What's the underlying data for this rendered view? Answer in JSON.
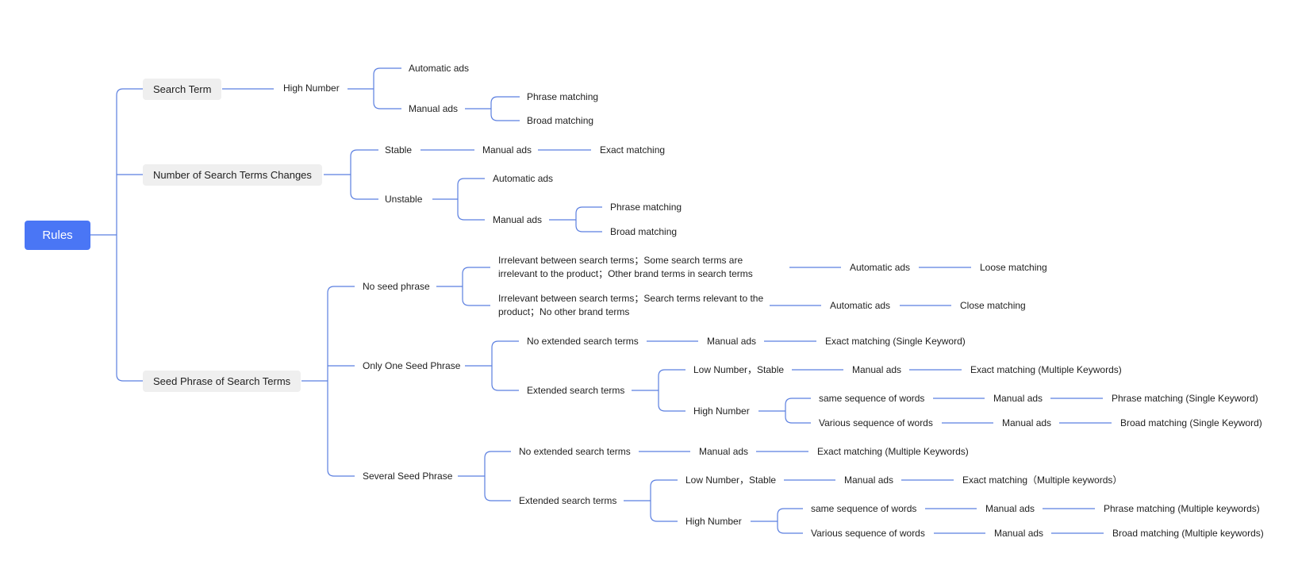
{
  "root": "Rules",
  "search_term": {
    "label": "Search Term",
    "high_number": "High Number",
    "automatic_ads": "Automatic ads",
    "manual_ads": "Manual ads",
    "phrase_matching": "Phrase matching",
    "broad_matching": "Broad matching"
  },
  "changes": {
    "label": "Number of Search Terms Changes",
    "stable": "Stable",
    "stable_manual_ads": "Manual ads",
    "exact_matching": "Exact matching",
    "unstable": "Unstable",
    "automatic_ads": "Automatic ads",
    "manual_ads": "Manual ads",
    "phrase_matching": "Phrase matching",
    "broad_matching": "Broad matching"
  },
  "seed": {
    "label": "Seed Phrase of Search Terms",
    "no_seed": {
      "label": "No seed phrase",
      "c1": "Irrelevant between search terms；Some search terms are irrelevant to the product；Other brand terms in search terms",
      "c1_ads": "Automatic ads",
      "c1_match": "Loose matching",
      "c2": "Irrelevant between search terms；Search terms relevant to the product；No other brand terms",
      "c2_ads": "Automatic ads",
      "c2_match": "Close matching"
    },
    "one": {
      "label": "Only One Seed Phrase",
      "no_ext": "No extended search terms",
      "no_ext_ads": "Manual ads",
      "no_ext_match": "Exact matching (Single Keyword)",
      "ext": "Extended search terms",
      "low": "Low Number，Stable",
      "low_ads": "Manual ads",
      "low_match": "Exact matching (Multiple Keywords)",
      "high": "High Number",
      "same": "same sequence of words",
      "same_ads": "Manual ads",
      "same_match": "Phrase matching (Single Keyword)",
      "various": "Various sequence of words",
      "various_ads": "Manual ads",
      "various_match": "Broad matching (Single Keyword)"
    },
    "several": {
      "label": "Several Seed Phrase",
      "no_ext": "No extended search terms",
      "no_ext_ads": "Manual ads",
      "no_ext_match": "Exact matching (Multiple Keywords)",
      "ext": "Extended search terms",
      "low": "Low Number，Stable",
      "low_ads": "Manual ads",
      "low_match": "Exact matching（Multiple keywords）",
      "high": "High Number",
      "same": "same sequence of words",
      "same_ads": "Manual ads",
      "same_match": "Phrase matching (Multiple keywords)",
      "various": "Various sequence of words",
      "various_ads": "Manual ads",
      "various_match": "Broad matching (Multiple keywords)"
    }
  },
  "colors": {
    "accent": "#4a76f5",
    "line": "#5b7fe0",
    "category_bg": "#efefef"
  }
}
